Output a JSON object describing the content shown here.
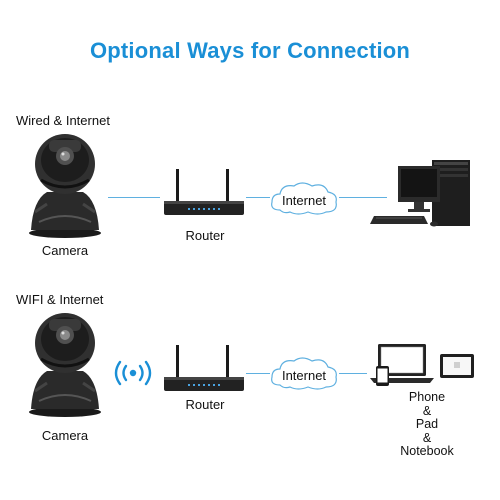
{
  "title": "Optional Ways for Connection",
  "colors": {
    "accent": "#1a8fd6",
    "connector": "#5fb0e0",
    "device": "#222222"
  },
  "sections": [
    {
      "label": "Wired & Internet",
      "camera": "Camera",
      "router": "Router",
      "cloud": "Internet",
      "device": "desktop-computer",
      "wifi_signal": false
    },
    {
      "label": "WIFI & Internet",
      "camera": "Camera",
      "router": "Router",
      "cloud": "Internet",
      "device": "mobile-devices",
      "device_lines": [
        "Phone",
        "&",
        "Pad",
        "&",
        "Notebook"
      ],
      "wifi_signal": true
    }
  ]
}
